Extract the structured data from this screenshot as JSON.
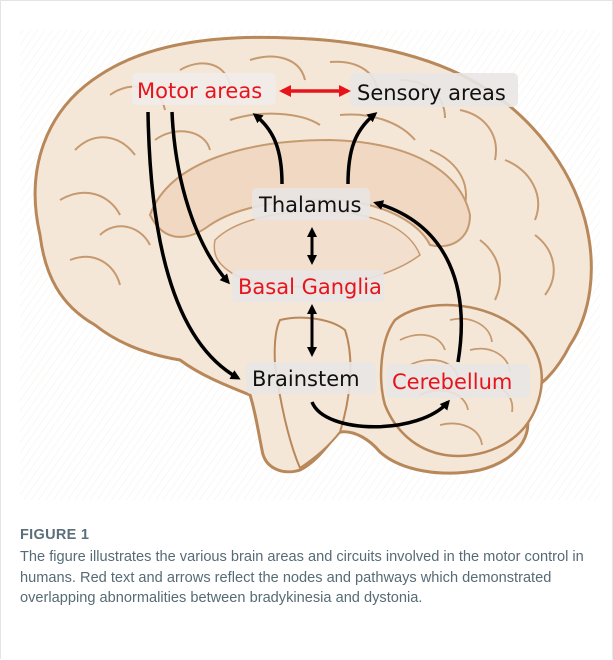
{
  "figure": {
    "nodes": {
      "motor": "Motor areas",
      "sensory": "Sensory areas",
      "thalamus": "Thalamus",
      "basal_ganglia": "Basal Ganglia",
      "brainstem": "Brainstem",
      "cerebellum": "Cerebellum"
    },
    "colors": {
      "highlight": "#e8141c",
      "normal_text": "#111111",
      "arrow": "#000000",
      "brain_fill": "#f5e7d7",
      "brain_outline": "#b8875a",
      "label_bg": "#e9e6e4"
    }
  },
  "caption": {
    "title": "FIGURE 1",
    "text": "The figure illustrates the various brain areas and circuits involved in the motor control in humans. Red text and arrows reflect the nodes and pathways which demonstrated overlapping abnormalities between bradykinesia and dystonia."
  }
}
